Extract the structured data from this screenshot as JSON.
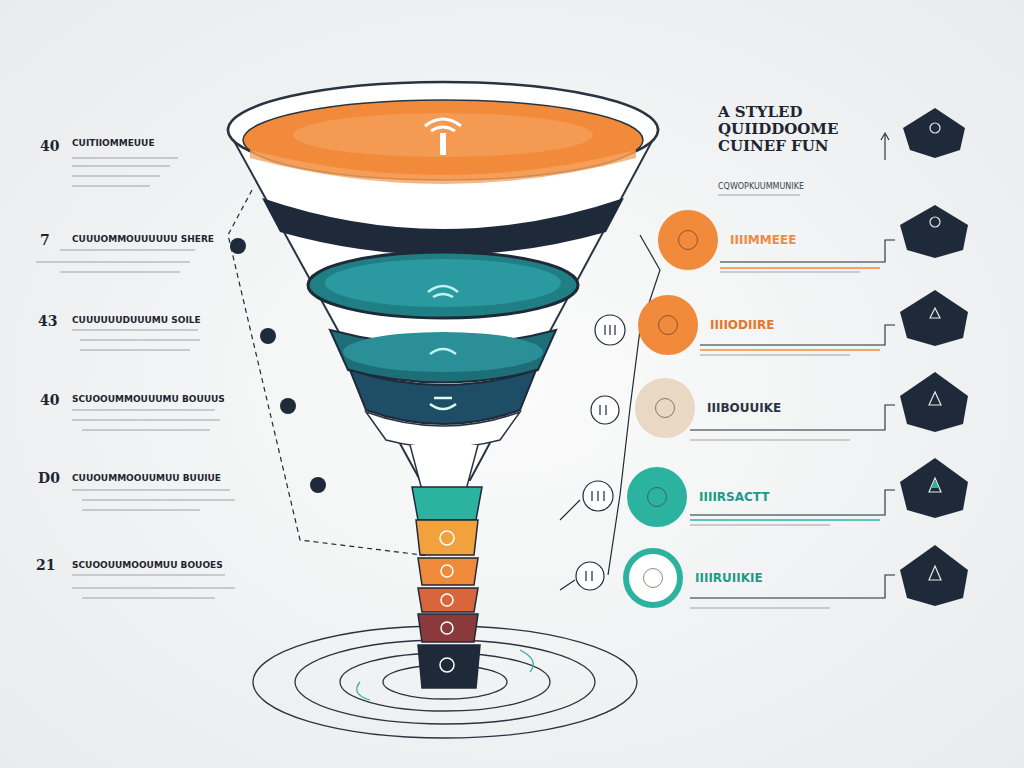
{
  "diagram": {
    "title": "A STYLED QUIIDDOOME CUINEF FUN",
    "nodes": [
      {
        "text": [
          "IIIIMMEEE"
        ]
      },
      {
        "text": [
          "IIIIODIIRE"
        ]
      },
      {
        "text": [
          "IIIBOUUIKE"
        ]
      },
      {
        "text": [
          "IIIIRSACTT"
        ]
      },
      {
        "text": [
          "IIIIRUIIKIE"
        ]
      }
    ],
    "labels": [
      "CQWOPKUUMMUNIKE",
      "40",
      "CUITIIOMMEUUE",
      "7",
      "CUUUOMMOUUUUUU SHERE",
      "43",
      "CUUUUUUDUUUMU SOILE",
      "40",
      "SCUOOUMMOUUUMU BOUUUS",
      "D0",
      "CUUOUMMOOUUMUU BUUIUE",
      "21",
      "SCUOOUUMOOUMUU BOUOES"
    ]
  }
}
